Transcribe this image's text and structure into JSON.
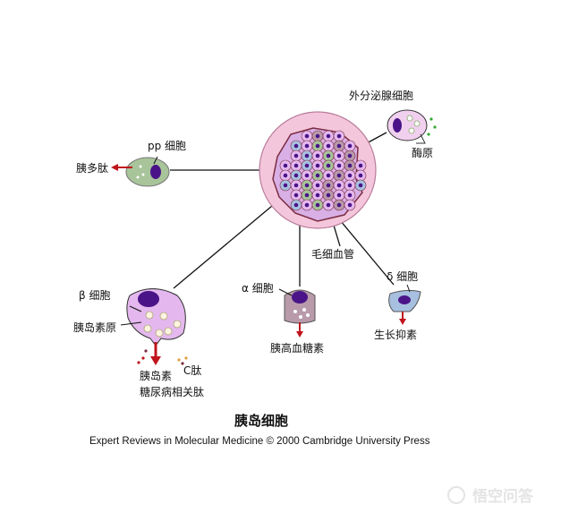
{
  "diagram": {
    "title": "胰岛细胞",
    "credit": "Expert Reviews in Molecular Medicine © 2000 Cambridge University Press",
    "watermark": "悟空问答",
    "labels": {
      "exocrine_cell": "外分泌腺细胞",
      "zymogen": "酶原",
      "pp_cell": "pp 细胞",
      "pancreatic_polypeptide": "胰多肽",
      "capillary": "毛细血管",
      "beta_cell": "β 细胞",
      "proinsulin": "胰岛素原",
      "insulin": "胰岛素",
      "c_peptide": "C肽",
      "amylin": "糖尿病相关肽",
      "alpha_cell": "α 细胞",
      "glucagon": "胰高血糖素",
      "delta_cell": "δ 细胞",
      "somatostatin": "生长抑素"
    },
    "colors": {
      "islet_bg": "#f4c6dc",
      "cell": "#e4b8ee",
      "nucleus": "#4a1488",
      "pp": "#a8c49a",
      "alpha": "#b89aaa",
      "delta": "#a8c0e0",
      "arrow": "#c0141c"
    }
  }
}
